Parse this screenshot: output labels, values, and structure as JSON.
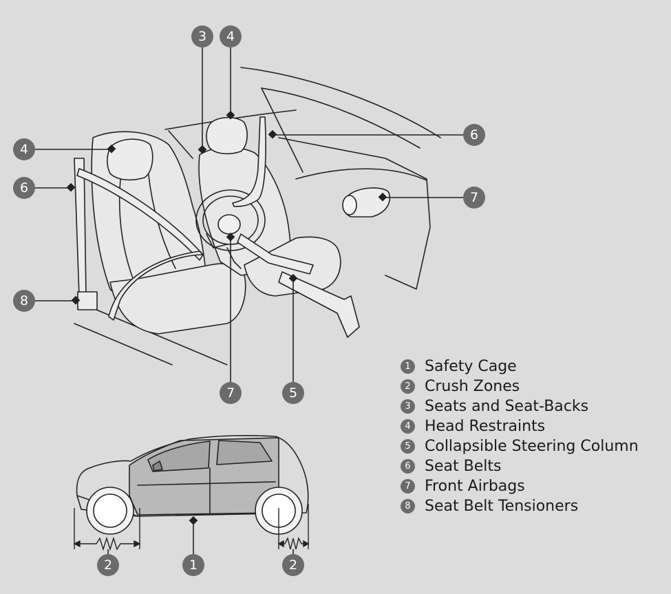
{
  "callouts": [
    {
      "id": "c3-top",
      "label": "3"
    },
    {
      "id": "c4-top",
      "label": "4"
    },
    {
      "id": "c4-left",
      "label": "4"
    },
    {
      "id": "c6-left",
      "label": "6"
    },
    {
      "id": "c8-left",
      "label": "8"
    },
    {
      "id": "c6-right",
      "label": "6"
    },
    {
      "id": "c7-right",
      "label": "7"
    },
    {
      "id": "c7-bottom",
      "label": "7"
    },
    {
      "id": "c5-bottom",
      "label": "5"
    },
    {
      "id": "c2-left",
      "label": "2"
    },
    {
      "id": "c1-bottom",
      "label": "1"
    },
    {
      "id": "c2-right",
      "label": "2"
    }
  ],
  "legend": [
    {
      "num": "1",
      "text": "Safety Cage"
    },
    {
      "num": "2",
      "text": "Crush Zones"
    },
    {
      "num": "3",
      "text": "Seats and Seat-Backs"
    },
    {
      "num": "4",
      "text": "Head Restraints"
    },
    {
      "num": "5",
      "text": "Collapsible Steering Column"
    },
    {
      "num": "6",
      "text": "Seat Belts"
    },
    {
      "num": "7",
      "text": "Front Airbags"
    },
    {
      "num": "8",
      "text": "Seat Belt Tensioners"
    }
  ],
  "colors": {
    "background": "#dcdcdc",
    "badge": "#6b6b6b",
    "line": "#222222"
  }
}
